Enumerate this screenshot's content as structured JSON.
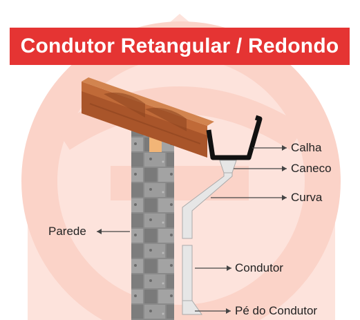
{
  "title": "Condutor Retangular / Redondo",
  "labels": {
    "calha": "Calha",
    "caneco": "Caneco",
    "curva": "Curva",
    "parede": "Parede",
    "condutor": "Condutor",
    "pe_do_condutor": "Pé do Condutor"
  },
  "colors": {
    "banner": "#e53433",
    "watermark": "#fbd6cc",
    "roof_tile": "#b4602f",
    "gutter": "#111111",
    "pipe": "#e6e6e6",
    "wall": "#8f8f8f"
  }
}
